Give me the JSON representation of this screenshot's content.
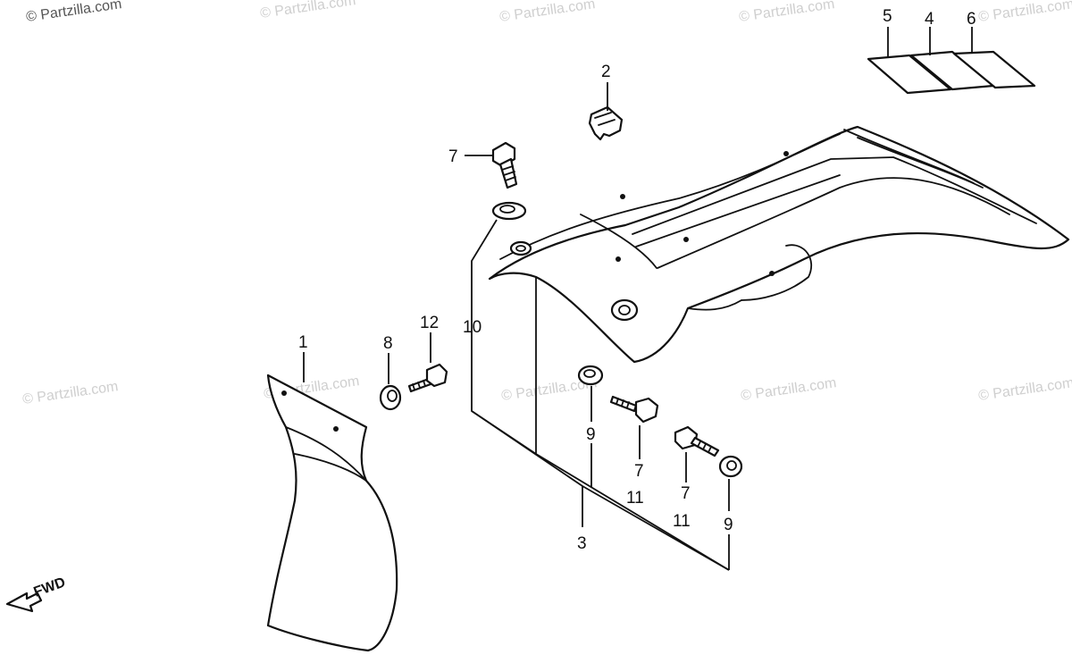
{
  "watermark": "© Partzilla.com",
  "direction_label": "FWD",
  "callouts": {
    "c1": "1",
    "c2": "2",
    "c3": "3",
    "c4": "4",
    "c5": "5",
    "c6": "6",
    "c7a": "7",
    "c7b": "7",
    "c7c": "7",
    "c8": "8",
    "c9a": "9",
    "c9b": "9",
    "c10": "10",
    "c11a": "11",
    "c11b": "11",
    "c12": "12"
  },
  "colors": {
    "ink": "#111111",
    "watermark": "#cfcfcf",
    "background": "#ffffff"
  }
}
